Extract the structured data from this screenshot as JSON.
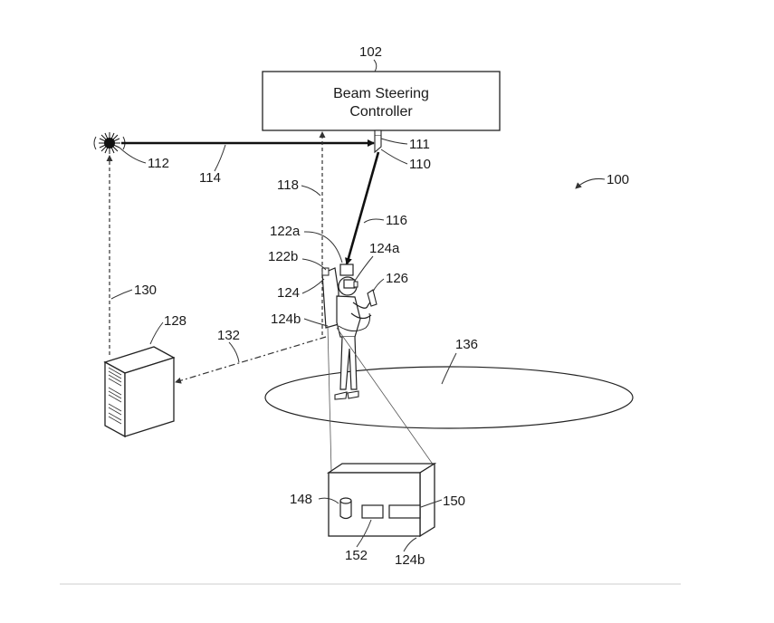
{
  "controller": {
    "ref": "102",
    "line1": "Beam Steering",
    "line2": "Controller"
  },
  "labels": {
    "system": "100",
    "lens": "111",
    "mirror": "110",
    "light_source": "112",
    "beam": "114",
    "return_path": "118",
    "steered_beam": "116",
    "sensor_a": "122a",
    "sensor_b": "122b",
    "hmd": "124a",
    "backpack": "124",
    "backpack_b": "124b",
    "controller_hand": "126",
    "link_130": "130",
    "server": "128",
    "link_132": "132",
    "area": "136",
    "storage": "148",
    "module_150": "150",
    "module_152": "152",
    "detail_ref": "124b"
  }
}
